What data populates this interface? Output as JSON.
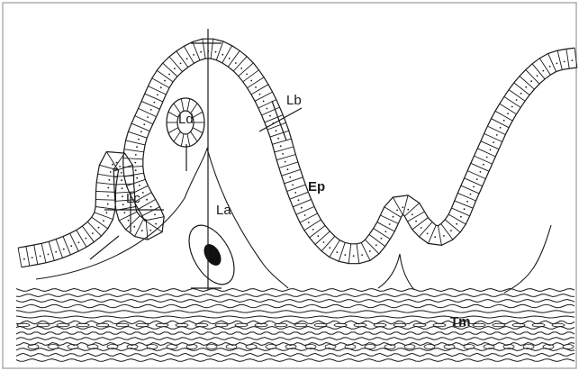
{
  "figure": {
    "labels": {
      "ld": "Ld",
      "lb": "Lb",
      "lc": "Lc",
      "la": "La",
      "ep": "Ep",
      "tm": "Tm"
    }
  },
  "colors": {
    "ink": "#1a1a1a",
    "background": "#ffffff",
    "frame": "#9a9a9a"
  }
}
